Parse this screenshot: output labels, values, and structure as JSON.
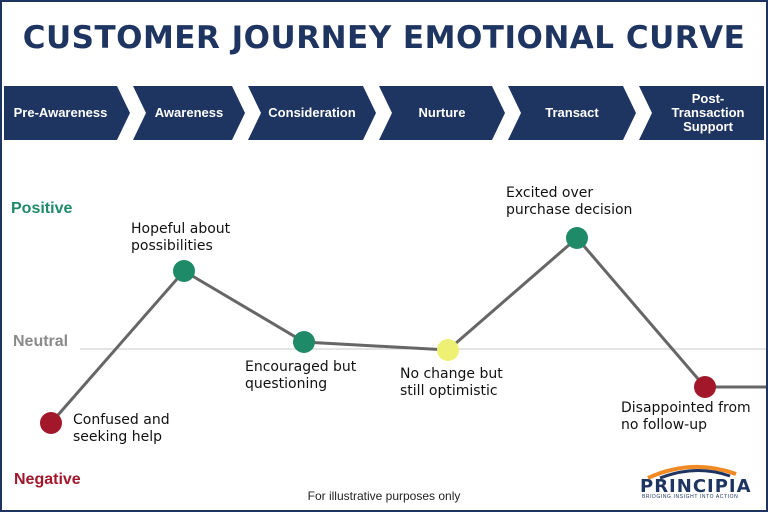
{
  "title": "CUSTOMER JOURNEY EMOTIONAL CURVE",
  "stages": [
    {
      "label": "Pre-Awareness"
    },
    {
      "label": "Awareness"
    },
    {
      "label": "Consideration"
    },
    {
      "label": "Nurture"
    },
    {
      "label": "Transact"
    },
    {
      "label": "Post-\nTransaction\nSupport"
    }
  ],
  "levels": {
    "positive": "Positive",
    "neutral": "Neutral",
    "negative": "Negative"
  },
  "points": [
    {
      "label": "Confused and\nseeking help",
      "sentiment": "negative",
      "color": "#a3172b"
    },
    {
      "label": "Hopeful about\npossibilities",
      "sentiment": "positive",
      "color": "#1f8a68"
    },
    {
      "label": "Encouraged but\nquestioning",
      "sentiment": "slightly positive",
      "color": "#1f8a68"
    },
    {
      "label": "No change but\nstill optimistic",
      "sentiment": "neutral",
      "color": "#eef074"
    },
    {
      "label": "Excited over\npurchase decision",
      "sentiment": "positive",
      "color": "#1f8a68"
    },
    {
      "label": "Disappointed from\nno follow-up",
      "sentiment": "negative",
      "color": "#a3172b"
    }
  ],
  "colors": {
    "navy": "#1e3461",
    "positive": "#1f8a68",
    "neutral": "#8a8a8a",
    "negative": "#a3172b",
    "line": "#666666",
    "logo_orange": "#f08a24"
  },
  "footnote": "For illustrative purposes only",
  "logo": {
    "name": "PRINCIPIA",
    "tagline": "BRIDGING INSIGHT INTO ACTION"
  }
}
